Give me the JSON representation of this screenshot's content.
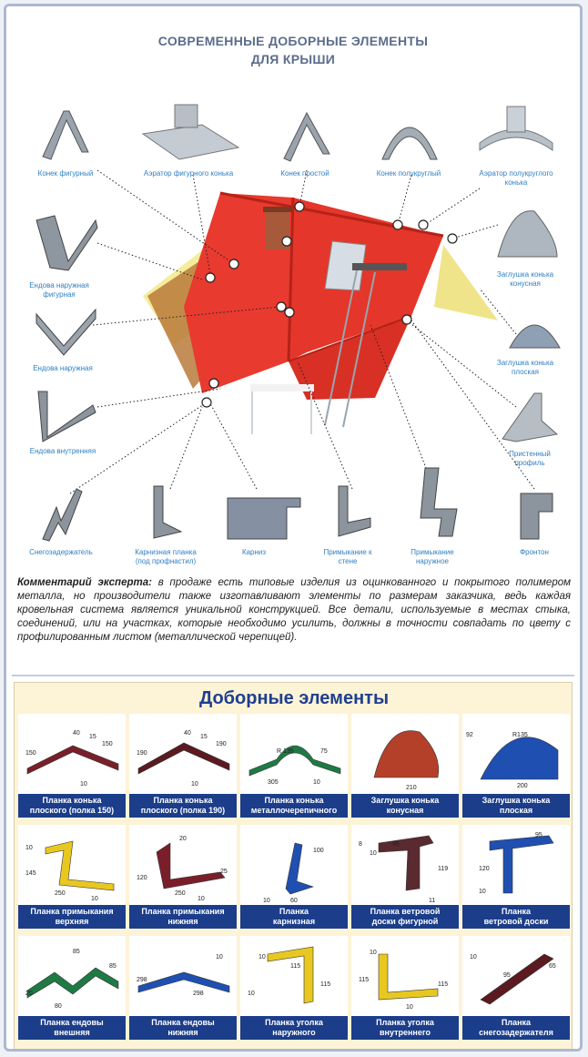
{
  "title_line1": "СОВРЕМЕННЫЕ ДОБОРНЫЕ ЭЛЕМЕНТЫ",
  "title_line2": "ДЛЯ КРЫШИ",
  "parts": {
    "konek_figurny": "Конек фигурный",
    "aerator_figurnogo": "Аэратор фигурного конька",
    "konek_prostoy": "Конек простой",
    "konek_polukrugly": "Конек полукруглый",
    "aerator_polukruglogo_1": "Аэратор полукруглого",
    "aerator_polukruglogo_2": "конька",
    "endova_naruzh_fig_1": "Ендова наружная",
    "endova_naruzh_fig_2": "фигурная",
    "zaglushka_kon_1": "Заглушка конька",
    "zaglushka_kon_2": "конусная",
    "endova_naruzh": "Ендова наружная",
    "zaglushka_plosk_1": "Заглушка конька",
    "zaglushka_plosk_2": "плоская",
    "endova_vnutr": "Ендова внутренняя",
    "pristenny_1": "Пристенный",
    "pristenny_2": "профиль",
    "snegozaderzh": "Снегозадержатель",
    "karniznaya_1": "Карнизная планка",
    "karniznaya_2": "(под профнастил)",
    "karniz": "Карниз",
    "primykanie_stene_1": "Примыкание к",
    "primykanie_stene_2": "стене",
    "primykanie_naruzh_1": "Примыкание",
    "primykanie_naruzh_2": "наружное",
    "fronton": "Фронтон"
  },
  "comment_bold": "Комментарий эксперта:",
  "comment_text": " в продаже есть типовые изделия из оцинкованного и покрытого полимером металла, но производители также изготавливают элементы по размерам заказчика, ведь каждая кровельная система является уникальной конструкцией. Все детали, используемые в местах стыка, соединений, или на участках, которые необходимо усилить, должны в точности совпадать по цвету с профилированным листом (металлической черепицей).",
  "bottom_title": "Доборные элементы",
  "cells": [
    {
      "l1": "Планка конька",
      "l2": "плоского (полка 150)",
      "color": "#7a1f2a",
      "dims": [
        "40",
        "15",
        "150",
        "150",
        "10"
      ]
    },
    {
      "l1": "Планка конька",
      "l2": "плоского (полка 190)",
      "color": "#5a1a20",
      "dims": [
        "40",
        "15",
        "190",
        "190",
        "10"
      ]
    },
    {
      "l1": "Планка конька",
      "l2": "металлочерепичного",
      "color": "#1e7a44",
      "dims": [
        "R 135",
        "75",
        "305",
        "10"
      ]
    },
    {
      "l1": "Заглушка конька",
      "l2": "конусная",
      "color": "#b5402a",
      "dims": [
        "210"
      ]
    },
    {
      "l1": "Заглушка конька",
      "l2": "плоская",
      "color": "#1f4fb0",
      "dims": [
        "92",
        "R135",
        "200"
      ]
    },
    {
      "l1": "Планка примыкания",
      "l2": "верхняя",
      "color": "#e8c820",
      "dims": [
        "10",
        "145",
        "250",
        "10"
      ]
    },
    {
      "l1": "Планка примыкания",
      "l2": "нижняя",
      "color": "#7a1f2a",
      "dims": [
        "20",
        "120",
        "250",
        "25",
        "10"
      ]
    },
    {
      "l1": "Планка",
      "l2": "карнизная",
      "color": "#1f4fb0",
      "dims": [
        "100",
        "10",
        "60"
      ]
    },
    {
      "l1": "Планка ветровой",
      "l2": "доски фигурной",
      "color": "#5a2a30",
      "dims": [
        "8",
        "95",
        "10",
        "119",
        "11"
      ]
    },
    {
      "l1": "Планка",
      "l2": "ветровой доски",
      "color": "#1f4fb0",
      "dims": [
        "95",
        "120",
        "10"
      ]
    },
    {
      "l1": "Планка ендовы",
      "l2": "внешняя",
      "color": "#1e7a44",
      "dims": [
        "85",
        "85",
        "20",
        "80"
      ]
    },
    {
      "l1": "Планка ендовы",
      "l2": "нижняя",
      "color": "#1f4fb0",
      "dims": [
        "10",
        "298",
        "298"
      ]
    },
    {
      "l1": "Планка уголка",
      "l2": "наружного",
      "color": "#e8c820",
      "dims": [
        "10",
        "115",
        "115",
        "10"
      ]
    },
    {
      "l1": "Планка уголка",
      "l2": "внутреннего",
      "color": "#e8c820",
      "dims": [
        "10",
        "115",
        "115",
        "10"
      ]
    },
    {
      "l1": "Планка",
      "l2": "снегозадержателя",
      "color": "#5a1a20",
      "dims": [
        "10",
        "65",
        "95"
      ]
    }
  ]
}
